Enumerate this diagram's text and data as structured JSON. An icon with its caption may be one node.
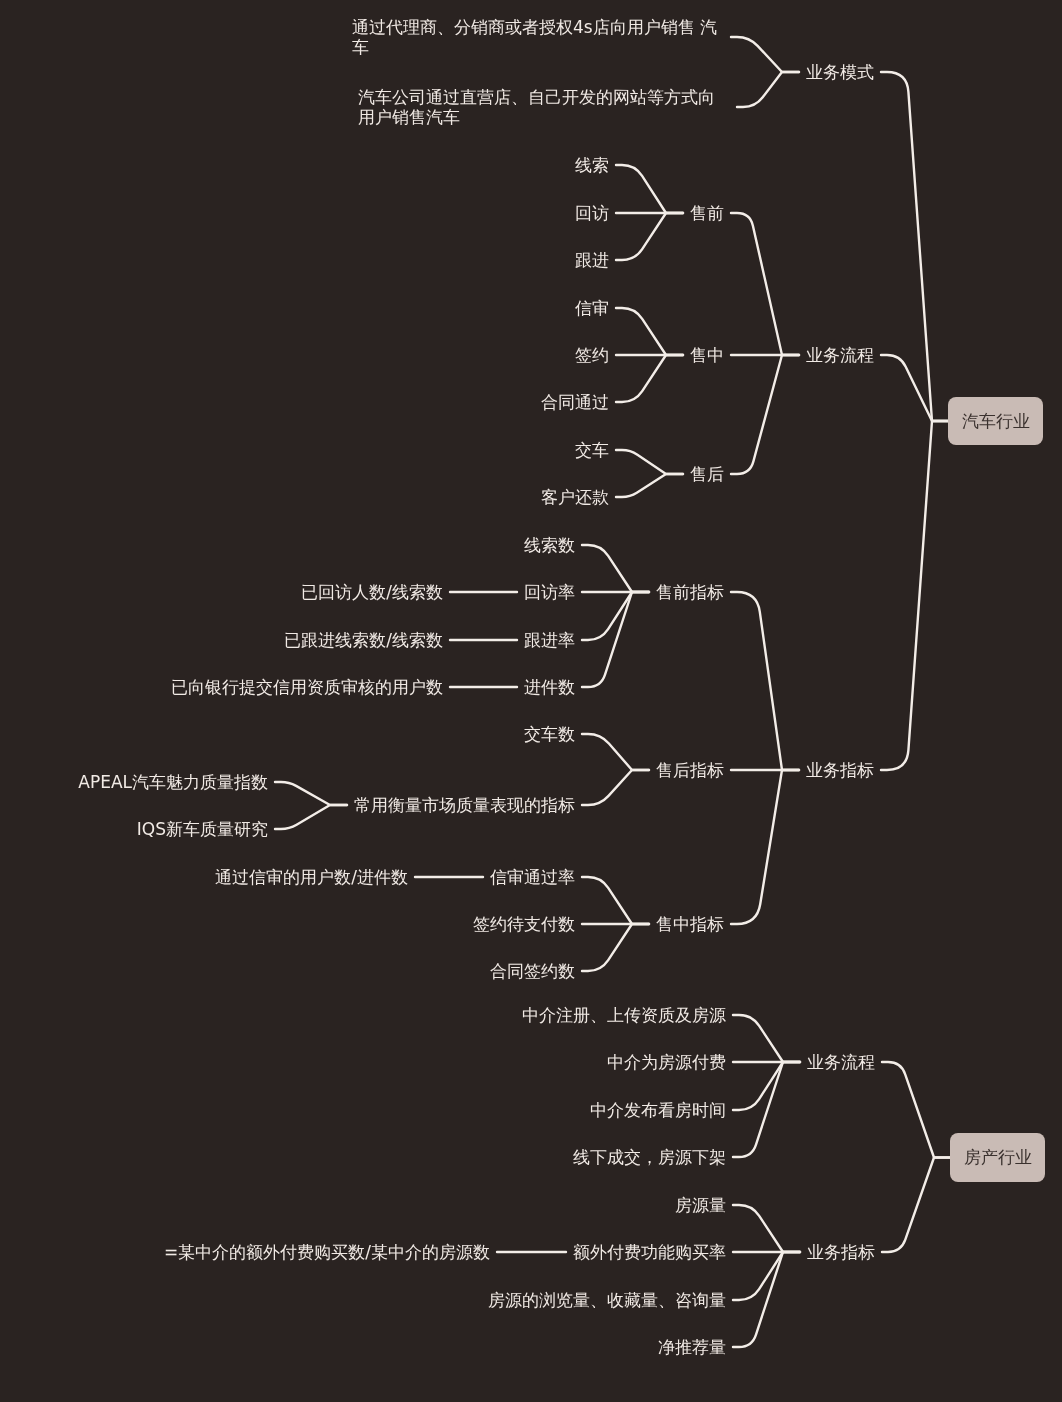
{
  "diagram": {
    "nodes": [
      {
        "text": [
          "通过代理商、分销商或者授权4s店向用户销售 汽车"
        ]
      },
      {
        "text": [
          "汽车公司通过直营店、自己开发的网站等方式向用户销售汽车"
        ]
      },
      {
        "text": [
          "业务模式"
        ]
      },
      {
        "text": [
          "线索"
        ]
      },
      {
        "text": [
          "回访"
        ]
      },
      {
        "text": [
          "跟进"
        ]
      },
      {
        "text": [
          "售前"
        ]
      },
      {
        "text": [
          "信审"
        ]
      },
      {
        "text": [
          "签约"
        ]
      },
      {
        "text": [
          "合同通过"
        ]
      },
      {
        "text": [
          "售中"
        ]
      },
      {
        "text": [
          "交车"
        ]
      },
      {
        "text": [
          "客户还款"
        ]
      },
      {
        "text": [
          "售后"
        ]
      },
      {
        "text": [
          "业务流程"
        ]
      },
      {
        "text": [
          "汽车行业"
        ]
      },
      {
        "text": [
          "线索数"
        ]
      },
      {
        "text": [
          "已回访人数/线索数"
        ]
      },
      {
        "text": [
          "回访率"
        ]
      },
      {
        "text": [
          "已跟进线索数/线索数"
        ]
      },
      {
        "text": [
          "跟进率"
        ]
      },
      {
        "text": [
          "已向银行提交信用资质审核的用户数"
        ]
      },
      {
        "text": [
          "进件数"
        ]
      },
      {
        "text": [
          "售前指标"
        ]
      },
      {
        "text": [
          "交车数"
        ]
      },
      {
        "text": [
          "APEAL汽车魅力质量指数"
        ]
      },
      {
        "text": [
          "常用衡量市场质量表现的指标"
        ]
      },
      {
        "text": [
          "IQS新车质量研究"
        ]
      },
      {
        "text": [
          "售后指标"
        ]
      },
      {
        "text": [
          "业务指标"
        ]
      },
      {
        "text": [
          "通过信审的用户数/进件数"
        ]
      },
      {
        "text": [
          "信审通过率"
        ]
      },
      {
        "text": [
          "签约待支付数"
        ]
      },
      {
        "text": [
          "售中指标"
        ]
      },
      {
        "text": [
          "合同签约数"
        ]
      },
      {
        "text": [
          "中介注册、上传资质及房源"
        ]
      },
      {
        "text": [
          "中介为房源付费"
        ]
      },
      {
        "text": [
          "业务流程"
        ]
      },
      {
        "text": [
          "中介发布看房时间"
        ]
      },
      {
        "text": [
          "线下成交，房源下架"
        ]
      },
      {
        "text": [
          "房产行业"
        ]
      },
      {
        "text": [
          "房源量"
        ]
      },
      {
        "text": [
          "=某中介的额外付费购买数/某中介的房源数"
        ]
      },
      {
        "text": [
          "额外付费功能购买率"
        ]
      },
      {
        "text": [
          "业务指标"
        ]
      },
      {
        "text": [
          "房源的浏览量、收藏量、咨询量"
        ]
      },
      {
        "text": [
          "净推荐量"
        ]
      }
    ],
    "edges": [
      {
        "from": 2,
        "to": 0,
        "arrow": "none"
      },
      {
        "from": 2,
        "to": 1,
        "arrow": "none"
      },
      {
        "from": 15,
        "to": 2,
        "arrow": "none"
      },
      {
        "from": 6,
        "to": 3,
        "arrow": "none"
      },
      {
        "from": 6,
        "to": 4,
        "arrow": "none"
      },
      {
        "from": 6,
        "to": 5,
        "arrow": "none"
      },
      {
        "from": 14,
        "to": 6,
        "arrow": "none"
      },
      {
        "from": 10,
        "to": 7,
        "arrow": "none"
      },
      {
        "from": 10,
        "to": 8,
        "arrow": "none"
      },
      {
        "from": 10,
        "to": 9,
        "arrow": "none"
      },
      {
        "from": 14,
        "to": 10,
        "arrow": "none"
      },
      {
        "from": 13,
        "to": 11,
        "arrow": "none"
      },
      {
        "from": 13,
        "to": 12,
        "arrow": "none"
      },
      {
        "from": 14,
        "to": 13,
        "arrow": "none"
      },
      {
        "from": 15,
        "to": 14,
        "arrow": "none"
      },
      {
        "from": 23,
        "to": 16,
        "arrow": "none"
      },
      {
        "from": 18,
        "to": 17,
        "arrow": "none"
      },
      {
        "from": 23,
        "to": 18,
        "arrow": "none"
      },
      {
        "from": 20,
        "to": 19,
        "arrow": "none"
      },
      {
        "from": 23,
        "to": 20,
        "arrow": "none"
      },
      {
        "from": 22,
        "to": 21,
        "arrow": "none"
      },
      {
        "from": 23,
        "to": 22,
        "arrow": "none"
      },
      {
        "from": 29,
        "to": 23,
        "arrow": "none"
      },
      {
        "from": 28,
        "to": 24,
        "arrow": "none"
      },
      {
        "from": 26,
        "to": 25,
        "arrow": "none"
      },
      {
        "from": 26,
        "to": 27,
        "arrow": "none"
      },
      {
        "from": 28,
        "to": 26,
        "arrow": "none"
      },
      {
        "from": 29,
        "to": 28,
        "arrow": "none"
      },
      {
        "from": 31,
        "to": 30,
        "arrow": "none"
      },
      {
        "from": 33,
        "to": 31,
        "arrow": "none"
      },
      {
        "from": 33,
        "to": 32,
        "arrow": "none"
      },
      {
        "from": 33,
        "to": 34,
        "arrow": "none"
      },
      {
        "from": 29,
        "to": 33,
        "arrow": "none"
      },
      {
        "from": 15,
        "to": 29,
        "arrow": "none"
      },
      {
        "from": 37,
        "to": 35,
        "arrow": "none"
      },
      {
        "from": 37,
        "to": 36,
        "arrow": "none"
      },
      {
        "from": 37,
        "to": 38,
        "arrow": "none"
      },
      {
        "from": 37,
        "to": 39,
        "arrow": "none"
      },
      {
        "from": 40,
        "to": 37,
        "arrow": "none"
      },
      {
        "from": 44,
        "to": 41,
        "arrow": "none"
      },
      {
        "from": 43,
        "to": 42,
        "arrow": "none"
      },
      {
        "from": 44,
        "to": 43,
        "arrow": "none"
      },
      {
        "from": 44,
        "to": 45,
        "arrow": "none"
      },
      {
        "from": 44,
        "to": 46,
        "arrow": "none"
      },
      {
        "from": 40,
        "to": 44,
        "arrow": "none"
      }
    ]
  }
}
